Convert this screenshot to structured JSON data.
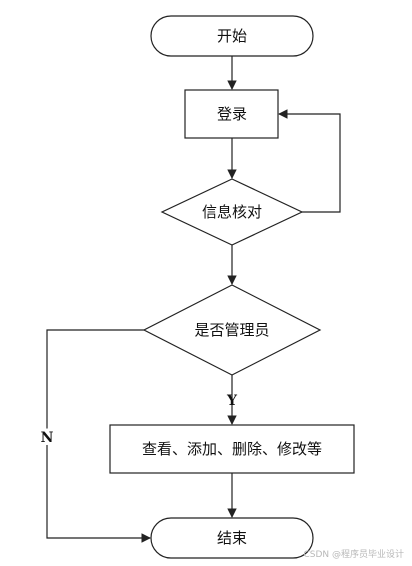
{
  "nodes": {
    "start": "开始",
    "login": "登录",
    "verify": "信息核对",
    "is_admin": "是否管理员",
    "actions": "查看、添加、删除、修改等",
    "end": "结束"
  },
  "edges": {
    "yes_label": "Y",
    "no_label": "N"
  },
  "watermark": "CSDN @程序员毕业设计"
}
